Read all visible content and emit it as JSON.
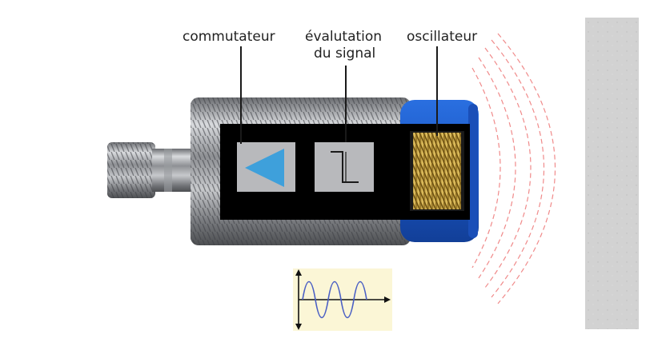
{
  "labels": {
    "switch": "commutateur",
    "evaluation_line1": "évalutation",
    "evaluation_line2": "du signal",
    "oscillator": "oscillateur"
  },
  "colors": {
    "housing_dark": "#5a5c60",
    "housing_light": "#c9cbcf",
    "cutaway": "#000000",
    "module_grey": "#b8b9bc",
    "triangle_blue": "#3ea0db",
    "cap_blue": "#1f5fcf",
    "coil_gold": "#c9a13a",
    "field_waves": "#f08a8a",
    "target_surface": "#cfcfcf",
    "signal_panel": "#fbf6d6",
    "sine_wave": "#4a5fc4"
  },
  "icons": {
    "switch": "triangle-icon",
    "evaluation": "step-signal-icon",
    "signal": "sine-wave-icon"
  }
}
